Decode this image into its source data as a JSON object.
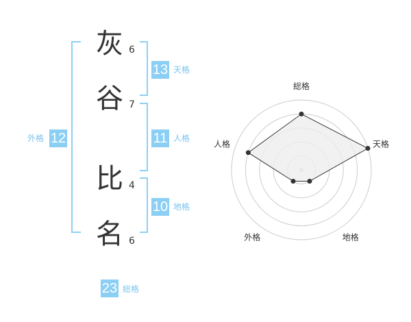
{
  "name": {
    "chars": [
      {
        "char": "灰",
        "strokes": "6"
      },
      {
        "char": "谷",
        "strokes": "7"
      },
      {
        "char": "比",
        "strokes": "4"
      },
      {
        "char": "名",
        "strokes": "6"
      }
    ]
  },
  "kakusu": {
    "tenkaku": {
      "value": "13",
      "label": "天格"
    },
    "jinkaku": {
      "value": "11",
      "label": "人格"
    },
    "chikaku": {
      "value": "10",
      "label": "地格"
    },
    "gaikaku": {
      "value": "12",
      "label": "外格"
    },
    "soukaku": {
      "value": "23",
      "label": "総格"
    }
  },
  "colors": {
    "accent": "#8ccff5",
    "label": "#7cc4ee",
    "text": "#333333",
    "radar_fill": "#eeeeee",
    "ring": "#cccccc"
  },
  "chart_data": {
    "type": "radar",
    "axes": [
      "総格",
      "天格",
      "地格",
      "外格",
      "人格"
    ],
    "scale_max": 5,
    "rings": 5,
    "values": [
      4,
      5,
      1,
      1,
      4
    ]
  }
}
